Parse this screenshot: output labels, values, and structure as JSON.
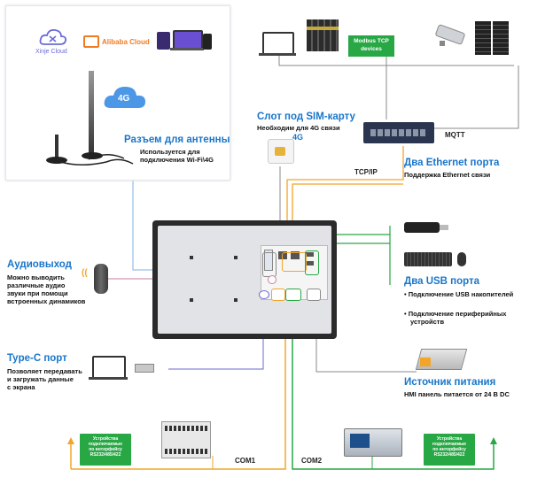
{
  "clouds": {
    "xinje": "Xinje Cloud",
    "alibaba": "Alibaba Cloud",
    "network_label": "4G"
  },
  "antenna": {
    "title": "Разъем для антенны",
    "desc_line1": "Используется для",
    "desc_line2": "подключения Wi-Fi\\4G"
  },
  "sim": {
    "title": "Слот под SIM-карту",
    "desc": "Необходим для 4G связи",
    "badge": "4G"
  },
  "modbus": {
    "line1": "Modbus TCP",
    "line2": "devices"
  },
  "mqtt": "MQTT",
  "tcpip": "TCP/IP",
  "ethernet": {
    "title": "Два Ethernet порта",
    "desc": "Поддержка Ethernet связи"
  },
  "audio": {
    "title": "Аудиовыход",
    "lines": [
      "Можно выводить",
      "различные аудио",
      "звуки при помощи",
      "встроенных динамиков"
    ]
  },
  "usb": {
    "title": "Два USB порта",
    "bullet1": "Подключение USB накопителей",
    "bullet2_line1": "Подключение периферийных",
    "bullet2_line2": "устройств"
  },
  "typec": {
    "title": "Type-C порт",
    "lines": [
      "Позволяет передавать",
      "и загружать  данные",
      "с экрана"
    ]
  },
  "power": {
    "title": "Источник питания",
    "desc": "HMI панель питается от 24 В DC"
  },
  "com1": "COM1",
  "com2": "COM2",
  "device_label": {
    "line1": "Устройства",
    "line2": "подключаемые",
    "line3": "по интерфейсу",
    "line4": "RS232/485/422"
  },
  "colors": {
    "blue": "#1976c9",
    "orange": "#f2a52b",
    "green": "#27a844",
    "gray": "#8a8a8a",
    "lightblue": "#7fb2e0",
    "pink": "#c97ea0",
    "violet": "#6a6ad0"
  }
}
